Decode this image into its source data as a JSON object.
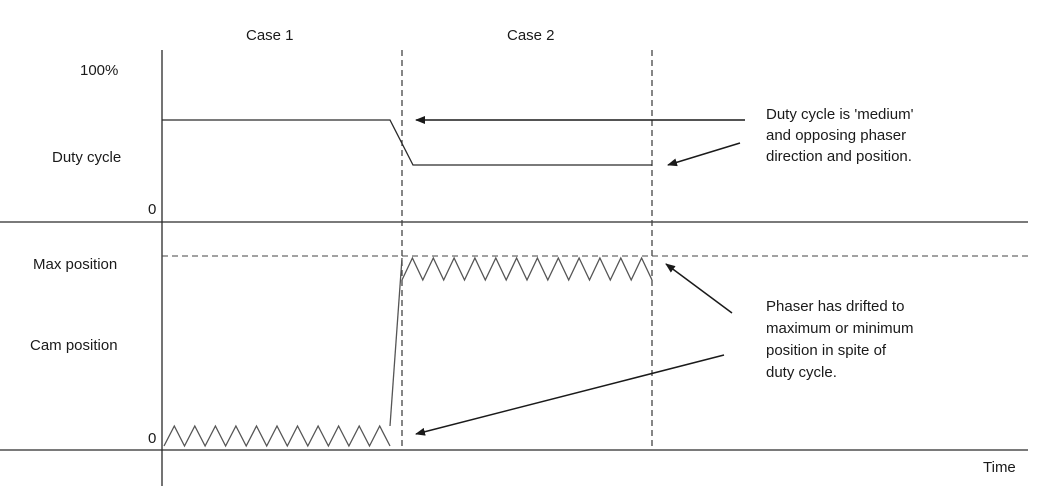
{
  "header": {
    "case1": "Case 1",
    "case2": "Case 2"
  },
  "duty_panel": {
    "top_label": "100%",
    "axis_label": "Duty cycle",
    "zero_label": "0",
    "note_lines": [
      "Duty cycle is 'medium'",
      "and opposing phaser",
      "direction and position."
    ]
  },
  "cam_panel": {
    "max_label": "Max position",
    "axis_label": "Cam position",
    "zero_label": "0",
    "note_lines": [
      "Phaser has drifted to",
      "maximum or minimum",
      "position in spite of",
      "duty cycle."
    ]
  },
  "x_axis": {
    "label": "Time"
  },
  "colors": {
    "line": "#2a2a2a",
    "dashed": "#444444",
    "wave": "#555555"
  }
}
